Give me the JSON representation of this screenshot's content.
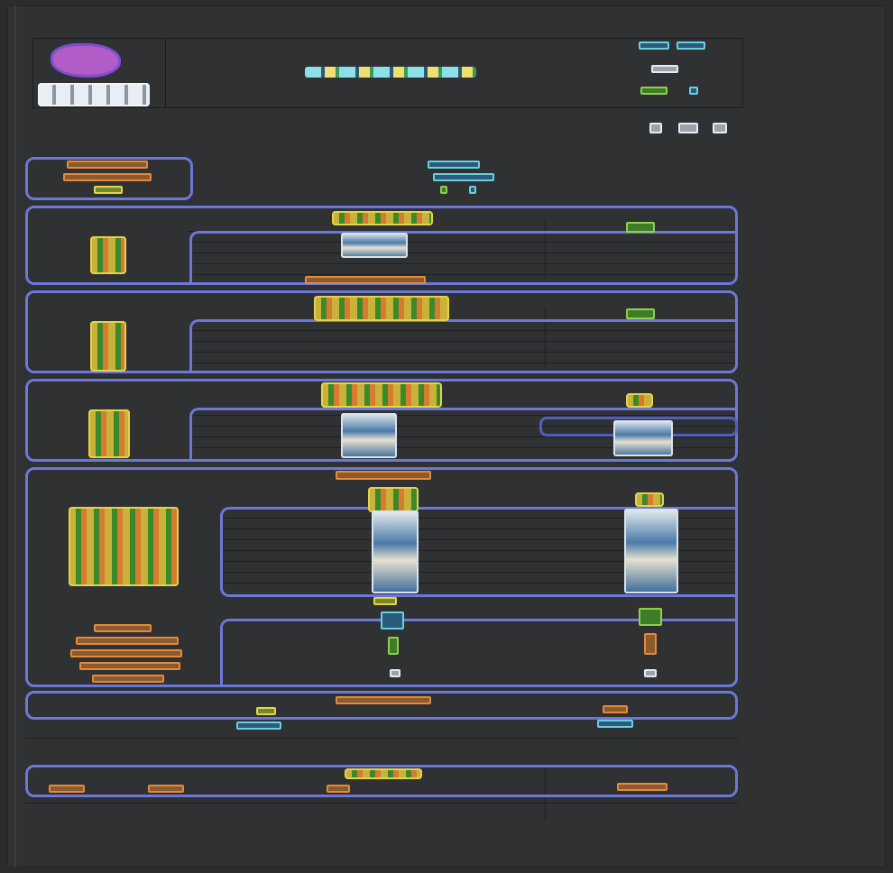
{
  "document": {
    "colors": {
      "background": "#2f3133",
      "section_outline": "#6b78d8",
      "rule_line": "#1e1f20"
    },
    "logo": {
      "icon": "brain-logo-icon"
    },
    "header": {
      "title": "",
      "right_items": [
        "",
        "",
        ""
      ]
    },
    "sections": [
      {
        "name": "section-1"
      },
      {
        "name": "section-2"
      },
      {
        "name": "section-3"
      },
      {
        "name": "section-4"
      },
      {
        "name": "section-5"
      },
      {
        "name": "section-6"
      },
      {
        "name": "section-7"
      }
    ]
  }
}
